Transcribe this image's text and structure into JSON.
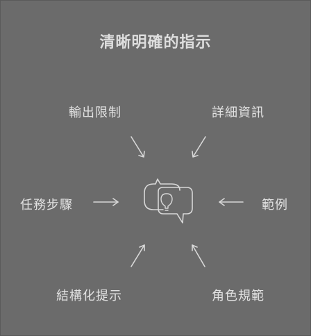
{
  "title": "清晰明確的指示",
  "center_icon": "chat-bubbles-lightbulb-icon",
  "items": {
    "top_left": "輸出限制",
    "top_right": "詳細資訊",
    "middle_left": "任務步驟",
    "middle_right": "範例",
    "bottom_left": "結構化提示",
    "bottom_right": "角色規範"
  },
  "colors": {
    "background": "#6b6b6b",
    "text": "#e2e2e2",
    "stroke": "#d8d8d8"
  }
}
